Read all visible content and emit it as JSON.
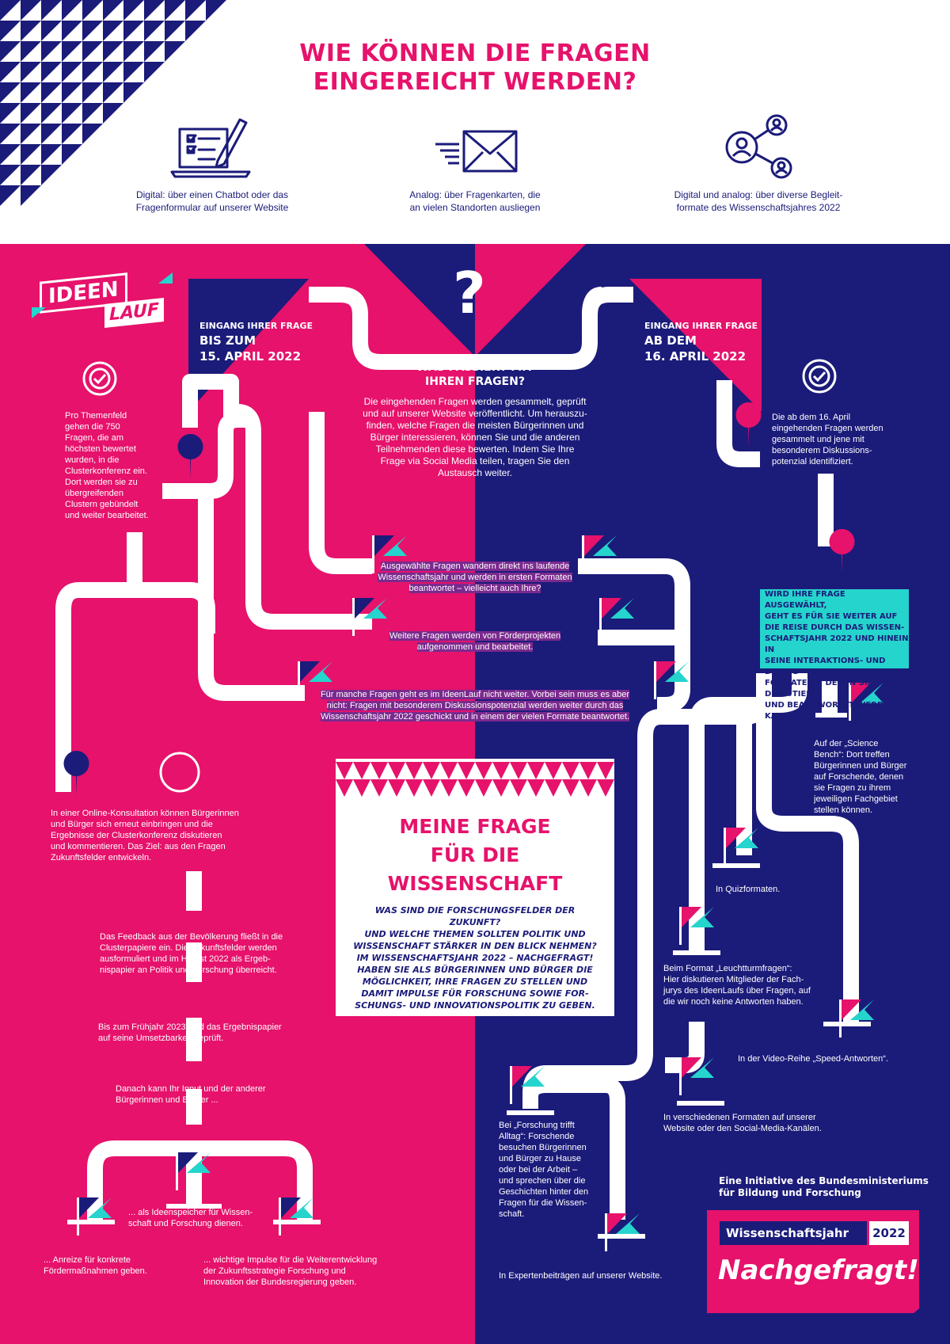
{
  "header": {
    "title_line1": "WIE KÖNNEN DIE FRAGEN",
    "title_line2": "EINGEREICHT WERDEN?",
    "options": [
      {
        "icon": "laptop-checklist-icon",
        "line1": "Digital: über einen Chatbot oder das",
        "line2": "Fragenformular auf unserer Website"
      },
      {
        "icon": "envelope-icon",
        "line1": "Analog: über Fragenkarten, die",
        "line2": "an vielen Standorten ausliegen"
      },
      {
        "icon": "network-people-icon",
        "line1": "Digital und analog: über diverse Begleit-",
        "line2": "formate des Wissenschaftsjahres 2022"
      }
    ]
  },
  "logo": {
    "line1": "IDEEN",
    "line2": "LAUF"
  },
  "left_entry": {
    "l1": "EINGANG IHRER FRAGE",
    "l2": "BIS ZUM",
    "l3": "15. APRIL 2022"
  },
  "right_entry": {
    "l1": "EINGANG IHRER FRAGE",
    "l2": "AB DEM",
    "l3": "16. APRIL 2022"
  },
  "center": {
    "question_mark": "?",
    "heading_l1": "WAS PASSIERT MIT",
    "heading_l2": "IHREN FRAGEN?",
    "text": [
      "Die eingehenden Fragen werden gesammelt, geprüft",
      "und auf unserer Website veröffentlicht. Um herauszu-",
      "finden, welche Fragen die meisten Bürgerinnen und",
      "Bürger interessieren, können Sie und die anderen",
      "Teilnehmenden diese bewerten. Indem Sie Ihre",
      "Frage via Social Media teilen, tragen Sie den",
      "Austausch weiter."
    ]
  },
  "left_col": {
    "themenfeld": [
      "Pro Themenfeld",
      "gehen die 750",
      "Fragen, die am",
      "höchsten bewertet",
      "wurden, in die",
      "Clusterkonferenz ein.",
      "Dort werden sie zu",
      "übergreifenden",
      "Clustern gebündelt",
      "und weiter bearbeitet."
    ],
    "konsultation": [
      "In einer Online-Konsultation können Bürgerinnen",
      "und Bürger sich erneut einbringen und die",
      "Ergebnisse der Clusterkonferenz diskutieren",
      "und kommentieren. Das Ziel: aus den Fragen",
      "Zukunftsfelder entwickeln."
    ],
    "feedback": [
      "Das Feedback aus der Bevölkerung fließt in die",
      "Clusterpapiere ein. Die Zukunftsfelder werden",
      "ausformuliert und im Herbst 2022 als Ergeb-",
      "nispapier an Politik und Forschung überreicht."
    ],
    "fruehjahr": [
      "Bis zum Frühjahr 2023 wird das Ergebnispapier",
      "auf seine Umsetzbarkeit geprüft."
    ],
    "danach": [
      "Danach kann Ihr Input und der anderer",
      "Bürgerinnen und Bürger ..."
    ],
    "anreize": [
      "... Anreize für konkrete",
      "Fördermaßnahmen geben."
    ],
    "ideenspeicher": [
      "... als Ideenspeicher für Wissen-",
      "schaft und Forschung dienen."
    ],
    "impulse": [
      "... wichtige Impulse für die Weiterentwicklung",
      "der Zukunftsstrategie Forschung und",
      "Innovation der Bundesregierung geben."
    ]
  },
  "middle_notes": {
    "ausgewaehlt": [
      "Ausgewählte Fragen wandern direkt ins laufende",
      "Wissenschaftsjahr und werden in ersten Formaten",
      "beantwortet – vielleicht auch Ihre?"
    ],
    "foerder": [
      "Weitere Fragen werden von Förderprojekten",
      "aufgenommen und bearbeitet."
    ],
    "manche": [
      "Für manche Fragen geht es im IdeenLauf nicht weiter. Vorbei sein muss es aber",
      "nicht: Fragen mit besonderem Diskussionspotenzial werden weiter durch das",
      "Wissenschaftsjahr 2022 geschickt und in einem der vielen Formate beantwortet."
    ]
  },
  "right_col": {
    "ab16": [
      "Die ab dem 16. April",
      "eingehenden Fragen werden",
      "gesammelt und jene mit",
      "besonderem Diskussions-",
      "potenzial identifiziert."
    ],
    "teal": [
      "WIRD IHRE FRAGE AUSGEWÄHLT,",
      "GEHT ES FÜR SIE WEITER AUF",
      "DIE REISE DURCH DAS WISSEN-",
      "SCHAFTSJAHR 2022 UND HINEIN IN",
      "SEINE INTERAKTIONS- UND DIALOG-",
      "FORMATE, IN DENEN SIE DISKUTIERT",
      "UND BEANTWORTET WERDEN KANN:"
    ],
    "bench": [
      "Auf der „Science",
      "Bench“: Dort treffen",
      "Bürgerinnen und Bürger",
      "auf Forschende, denen",
      "sie Fragen zu ihrem",
      "jeweiligen Fachgebiet",
      "stellen können."
    ],
    "quiz": [
      "In Quizformaten."
    ],
    "leucht": [
      "Beim Format „Leuchtturmfragen“:",
      "Hier diskutieren Mitglieder der Fach-",
      "jurys des IdeenLaufs über Fragen, auf",
      "die wir noch keine Antworten haben."
    ],
    "speed": [
      "In der Video-Reihe „Speed-Antworten“."
    ],
    "formate": [
      "In verschiedenen Formaten auf unserer",
      "Website oder den Social-Media-Kanälen."
    ],
    "alltag": [
      "Bei „Forschung trifft",
      "Alltag“: Forschende",
      "besuchen Bürgerinnen",
      "und Bürger zu Hause",
      "oder bei der Arbeit –",
      "und sprechen über die",
      "Geschichten hinter den",
      "Fragen für die Wissen-",
      "schaft."
    ],
    "experten": [
      "In Expertenbeiträgen auf unserer Website."
    ]
  },
  "center_box": {
    "title": [
      "MEINE FRAGE",
      "FÜR DIE",
      "WISSENSCHAFT"
    ],
    "text": [
      "WAS SIND DIE FORSCHUNGSFELDER DER ZUKUNFT?",
      "UND WELCHE THEMEN SOLLTEN POLITIK UND",
      "WISSENSCHAFT STÄRKER IN DEN BLICK NEHMEN?",
      "IM WISSENSCHAFTSJAHR 2022 – NACHGEFRAGT!",
      "HABEN SIE ALS BÜRGERINNEN UND BÜRGER DIE",
      "MÖGLICHKEIT, IHRE FRAGEN ZU STELLEN UND",
      "DAMIT IMPULSE FÜR FORSCHUNG SOWIE FOR-",
      "SCHUNGS- UND INNOVATIONSPOLITIK ZU GEBEN."
    ]
  },
  "footer": {
    "initiative_l1": "Eine Initiative des Bundesministeriums",
    "initiative_l2": "für Bildung und Forschung",
    "brand": "Wissenschaftsjahr",
    "year": "2022",
    "slogan": "Nachgefragt!"
  },
  "colors": {
    "pink": "#e6126b",
    "navy": "#1b1b7a",
    "teal": "#25d4cc",
    "white": "#ffffff"
  }
}
